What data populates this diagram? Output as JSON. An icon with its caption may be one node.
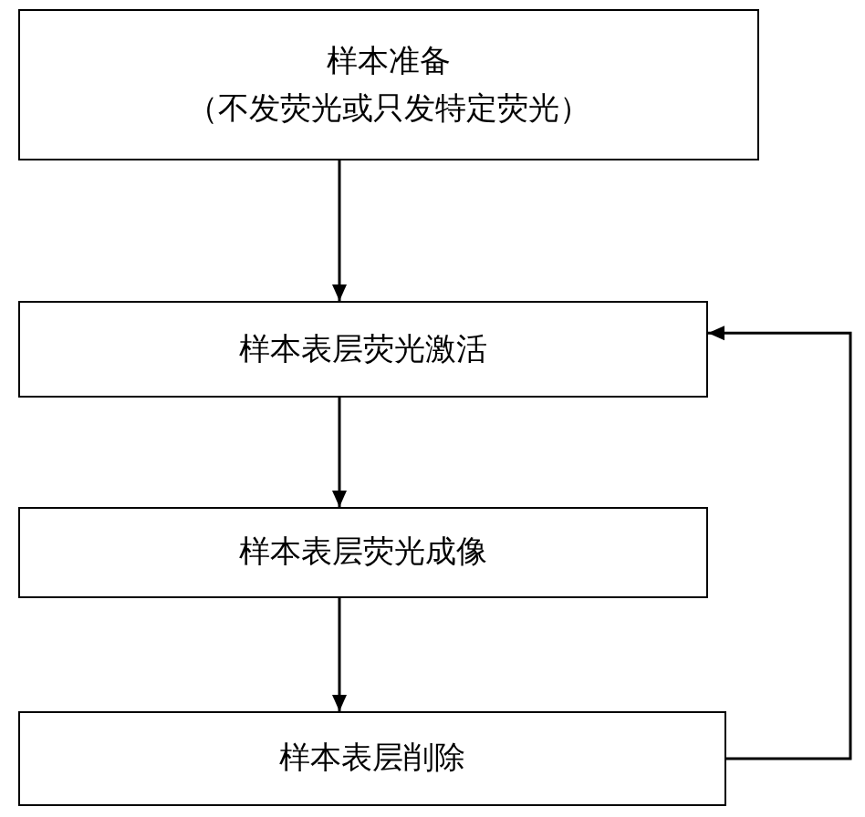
{
  "diagram": {
    "nodes": [
      {
        "text": [
          "样本准备",
          "（不发荧光或只发特定荧光）"
        ]
      },
      {
        "text": [
          "样本表层荧光激活"
        ]
      },
      {
        "text": [
          "样本表层荧光成像"
        ]
      },
      {
        "text": [
          "样本表层削除"
        ]
      }
    ],
    "edges": [
      {
        "from": 0,
        "to": 1,
        "arrow": "to"
      },
      {
        "from": 1,
        "to": 2,
        "arrow": "to"
      },
      {
        "from": 2,
        "to": 3,
        "arrow": "to"
      },
      {
        "from": 3,
        "to": 1,
        "arrow": "to"
      }
    ]
  }
}
